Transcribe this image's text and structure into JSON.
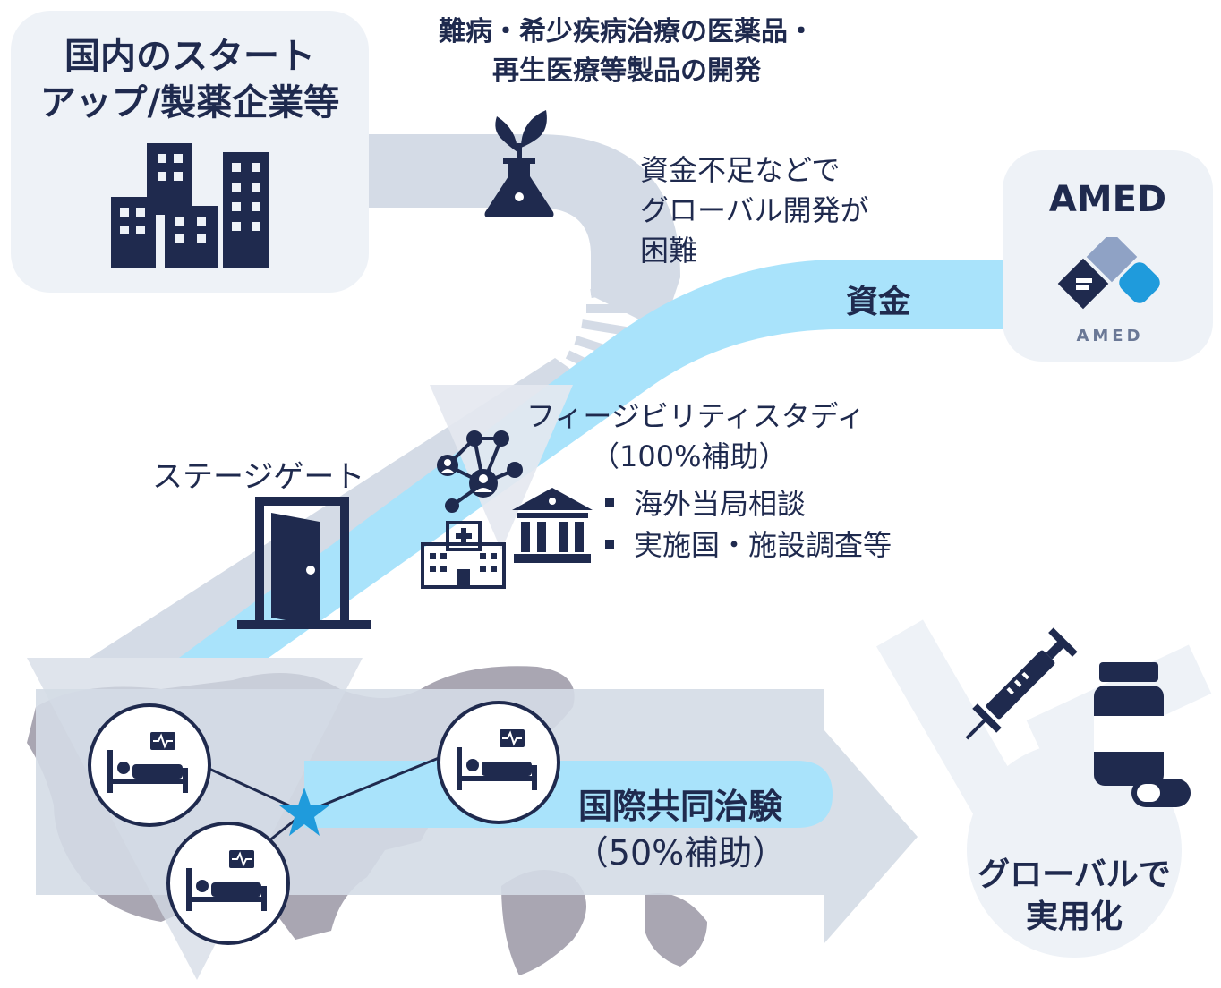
{
  "company": {
    "line1": "国内のスタート",
    "line2": "アップ/製薬企業等"
  },
  "development": {
    "line1": "難病・希少疾病治療の医薬品・",
    "line2": "再生医療等製品の開発"
  },
  "difficulty": {
    "line1": "資金不足などで",
    "line2": "グローバル開発が",
    "line3": "困難"
  },
  "amed": {
    "title": "AMED",
    "logo_text": "AMED"
  },
  "funding_label": "資金",
  "feasibility": {
    "title": "フィージビリティスタディ",
    "subsidy": "（100%補助）",
    "items": [
      "海外当局相談",
      "実施国・施設調査等"
    ]
  },
  "stage_gate": "ステージゲート",
  "trial": {
    "title": "国際共同治験",
    "subsidy": "（50%補助）"
  },
  "outcome": {
    "line1": "グローバルで",
    "line2": "実用化"
  },
  "colors": {
    "navy": "#1f2a4e",
    "stream_gray": "#d4dbe6",
    "stream_blue": "#a9e3fb",
    "panel": "#eef2f7",
    "map_gray": "#a9a6b2",
    "star_blue": "#1f9bdc",
    "logo_gray": "#8fa2c5",
    "logo_blue": "#1f9bdc"
  },
  "icons": [
    "building-icon",
    "sprout-flask-icon",
    "network-people-icon",
    "institution-icon",
    "hospital-icon",
    "door-icon",
    "patient-bed-icon",
    "syringe-icon",
    "medicine-bottle-icon",
    "capsule-icon",
    "star-icon",
    "amed-logo-icon"
  ]
}
